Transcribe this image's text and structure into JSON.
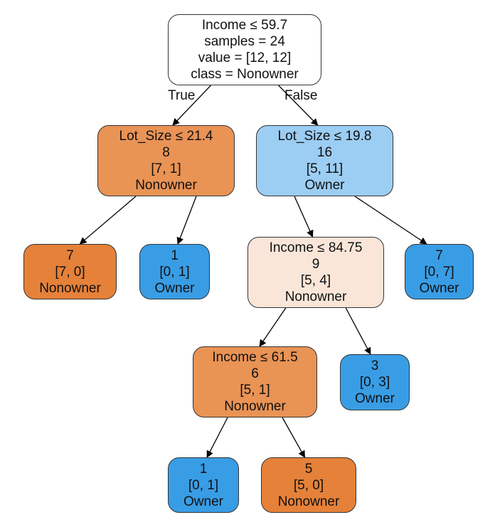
{
  "title": "Decision tree: Owner vs Nonowner",
  "colors": {
    "root": "#ffffff",
    "nonowner_strong": "#e58139",
    "nonowner_medium": "#e99355",
    "nonowner_light": "#fae6d9",
    "owner_strong": "#399de5",
    "owner_light": "#9ccdf3"
  },
  "edge_labels": {
    "true": "True",
    "false": "False"
  },
  "nodes": {
    "root": {
      "lines": [
        "Income ≤ 59.7",
        "samples = 24",
        "value = [12, 12]",
        "class = Nonowner"
      ],
      "color": "root"
    },
    "n1": {
      "lines": [
        "Lot_Size ≤ 21.4",
        "8",
        "[7, 1]",
        "Nonowner"
      ],
      "color": "nonowner_medium"
    },
    "n2": {
      "lines": [
        "Lot_Size ≤ 19.8",
        "16",
        "[5, 11]",
        "Owner"
      ],
      "color": "owner_light"
    },
    "n3": {
      "lines": [
        "7",
        "[7, 0]",
        "Nonowner"
      ],
      "color": "nonowner_strong"
    },
    "n4": {
      "lines": [
        "1",
        "[0, 1]",
        "Owner"
      ],
      "color": "owner_strong"
    },
    "n5": {
      "lines": [
        "Income ≤ 84.75",
        "9",
        "[5, 4]",
        "Nonowner"
      ],
      "color": "nonowner_light"
    },
    "n6": {
      "lines": [
        "7",
        "[0, 7]",
        "Owner"
      ],
      "color": "owner_strong"
    },
    "n7": {
      "lines": [
        "Income ≤ 61.5",
        "6",
        "[5, 1]",
        "Nonowner"
      ],
      "color": "nonowner_medium"
    },
    "n8": {
      "lines": [
        "3",
        "[0, 3]",
        "Owner"
      ],
      "color": "owner_strong"
    },
    "n9": {
      "lines": [
        "1",
        "[0, 1]",
        "Owner"
      ],
      "color": "owner_strong"
    },
    "n10": {
      "lines": [
        "5",
        "[5, 0]",
        "Nonowner"
      ],
      "color": "nonowner_strong"
    }
  },
  "edges": [
    [
      "root",
      "n1"
    ],
    [
      "root",
      "n2"
    ],
    [
      "n1",
      "n3"
    ],
    [
      "n1",
      "n4"
    ],
    [
      "n2",
      "n5"
    ],
    [
      "n2",
      "n6"
    ],
    [
      "n5",
      "n7"
    ],
    [
      "n5",
      "n8"
    ],
    [
      "n7",
      "n9"
    ],
    [
      "n7",
      "n10"
    ]
  ]
}
